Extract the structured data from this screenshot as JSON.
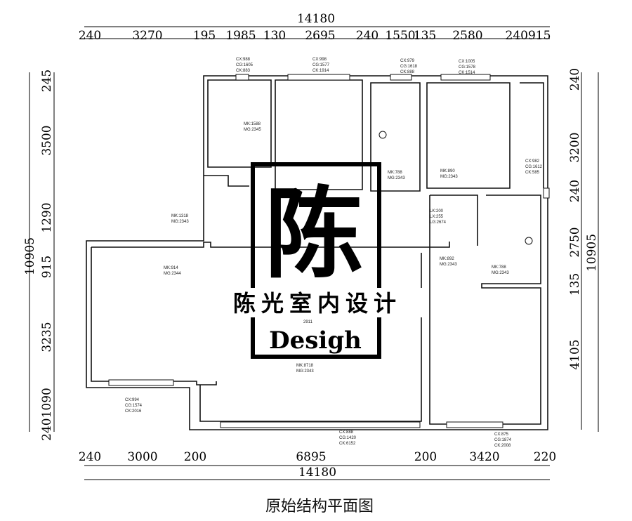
{
  "top_dims": {
    "total": "14180",
    "segments": [
      "240",
      "3270",
      "195",
      "1985",
      "130",
      "2695",
      "240",
      "1550",
      "135",
      "2580",
      "240915"
    ]
  },
  "bottom_dims": {
    "total": "14180",
    "segments": [
      "240",
      "3000",
      "200",
      "6895",
      "200",
      "3420",
      "220"
    ]
  },
  "left_dims": {
    "total": "10905",
    "segments": [
      "245",
      "3500",
      "1290",
      "915",
      "3235",
      "2401090"
    ]
  },
  "right_dims": {
    "total": "10905",
    "segments": [
      "240",
      "3200",
      "240",
      "2750",
      "135",
      "4105"
    ]
  },
  "annotations": [
    [
      "CX:988",
      "CG:1605",
      "CK:883"
    ],
    [
      "CX:998",
      "CG:1577",
      "CK:1914"
    ],
    [
      "CX:979",
      "CG:1618",
      "CK:888"
    ],
    [
      "CX:1005",
      "CG:1578",
      "CK:1514"
    ],
    [
      "MK:1588",
      "MG:2345"
    ],
    [
      "MK:788",
      "MG:2343"
    ],
    [
      "MK:890",
      "MG:2343"
    ],
    [
      "CX:982",
      "CG:1612",
      "CK:585"
    ],
    [
      "MK:1318",
      "MG:2343"
    ],
    [
      "LK:200",
      "LX:255",
      "LG:2674"
    ],
    [
      "MK:914",
      "MG:2344"
    ],
    [
      "MK:892",
      "MG:2343"
    ],
    [
      "MK:788",
      "MG:2343"
    ],
    [
      "MK:8718",
      "MG:2343"
    ],
    [
      "CX:994",
      "CG:1574",
      "CK:2016"
    ],
    [
      "CX:888",
      "CG:1420",
      "CK:6152"
    ],
    [
      "CX:875",
      "CG:1874",
      "CK:2008"
    ]
  ],
  "misc_label": "2911",
  "logo": {
    "big_char": "陈",
    "company": "陈光室内设计",
    "english": "Desigh"
  },
  "caption": "原始结构平面图"
}
